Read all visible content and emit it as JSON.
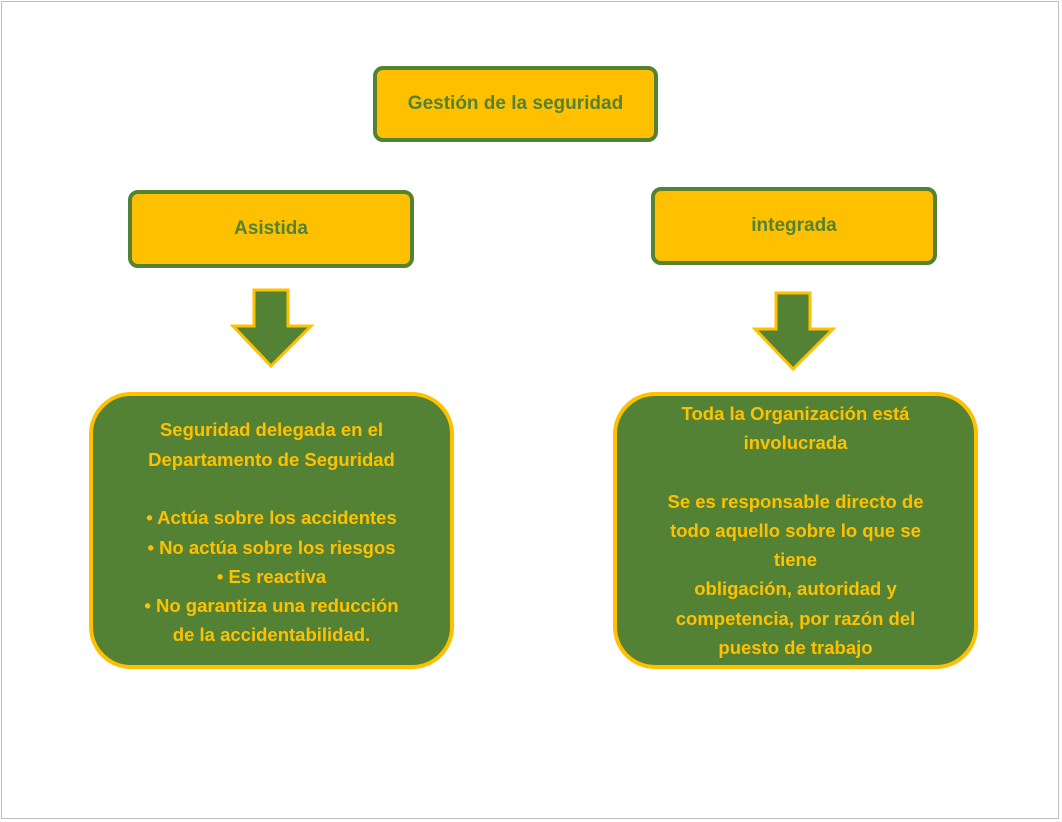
{
  "title": "Gestión de la seguridad",
  "left": {
    "header": "Asistida",
    "lines": [
      "Seguridad delegada en el",
      "Departamento de Seguridad",
      "",
      "• Actúa sobre los accidentes",
      "• No actúa sobre los riesgos",
      "• Es reactiva",
      "• No garantiza una reducción",
      "de la accidentabilidad."
    ]
  },
  "right": {
    "header": "integrada",
    "lines": [
      "Toda la Organización está",
      "involucrada",
      "",
      "Se es responsable directo de",
      "todo aquello sobre lo que se",
      "tiene",
      "obligación, autoridad y",
      "competencia, por razón del",
      "puesto de trabajo"
    ]
  },
  "colors": {
    "green": "#548235",
    "yellow": "#FFC000"
  }
}
